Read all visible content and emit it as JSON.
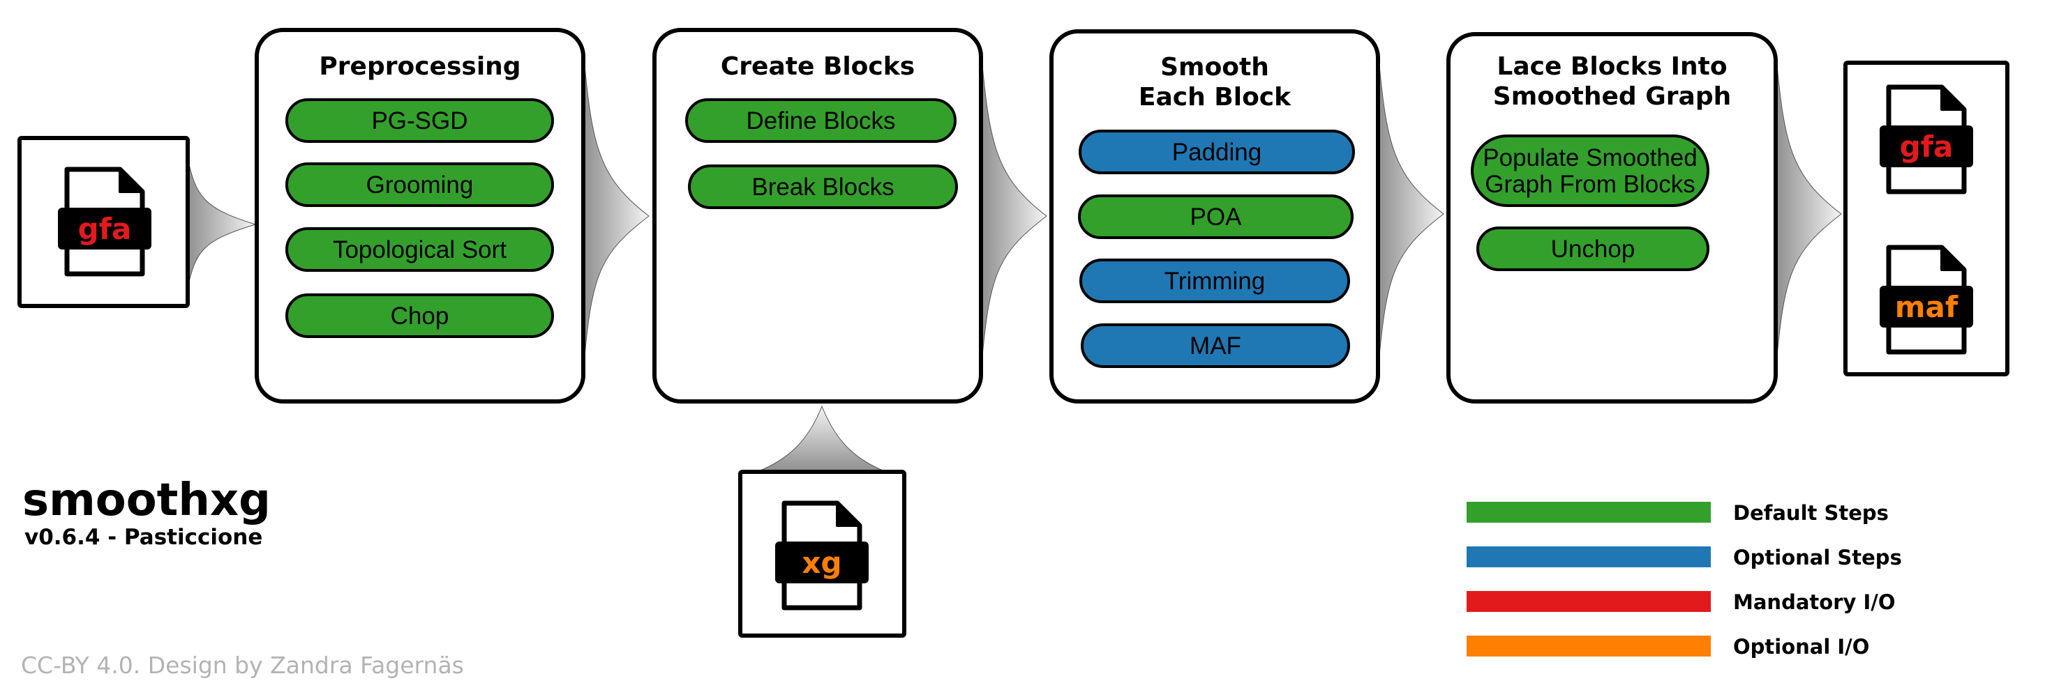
{
  "colors": {
    "default_step": "#33a02c",
    "optional_step": "#1f78b4",
    "mandatory_io": "#e31a1c",
    "optional_io": "#ff7f00"
  },
  "inputs": {
    "gfa_input": {
      "label": "gfa",
      "kind": "mandatory_io"
    },
    "xg_output": {
      "label": "xg",
      "kind": "optional_io"
    }
  },
  "stages": [
    {
      "title_lines": [
        "Preprocessing"
      ],
      "steps": [
        {
          "label_lines": [
            "PG-SGD"
          ],
          "kind": "default_step"
        },
        {
          "label_lines": [
            "Grooming"
          ],
          "kind": "default_step"
        },
        {
          "label_lines": [
            "Topological Sort"
          ],
          "kind": "default_step"
        },
        {
          "label_lines": [
            "Chop"
          ],
          "kind": "default_step"
        }
      ]
    },
    {
      "title_lines": [
        "Create Blocks"
      ],
      "steps": [
        {
          "label_lines": [
            "Define Blocks"
          ],
          "kind": "default_step"
        },
        {
          "label_lines": [
            "Break Blocks"
          ],
          "kind": "default_step"
        }
      ]
    },
    {
      "title_lines": [
        "Smooth",
        "Each Block"
      ],
      "steps": [
        {
          "label_lines": [
            "Padding"
          ],
          "kind": "optional_step"
        },
        {
          "label_lines": [
            "POA"
          ],
          "kind": "default_step"
        },
        {
          "label_lines": [
            "Trimming"
          ],
          "kind": "optional_step"
        },
        {
          "label_lines": [
            "MAF"
          ],
          "kind": "optional_step"
        }
      ]
    },
    {
      "title_lines": [
        "Lace Blocks Into",
        "Smoothed Graph"
      ],
      "steps": [
        {
          "label_lines": [
            "Populate Smoothed",
            "Graph From Blocks"
          ],
          "kind": "default_step"
        },
        {
          "label_lines": [
            "Unchop"
          ],
          "kind": "default_step"
        }
      ]
    }
  ],
  "outputs": [
    {
      "label": "gfa",
      "kind": "mandatory_io"
    },
    {
      "label": "maf",
      "kind": "optional_io"
    }
  ],
  "branding": {
    "name": "smoothxg",
    "version": "v0.6.4 - Pasticcione",
    "credit": "CC-BY 4.0. Design by Zandra Fagernäs"
  },
  "legend": [
    {
      "label": "Default Steps",
      "kind": "default_step"
    },
    {
      "label": "Optional Steps",
      "kind": "optional_step"
    },
    {
      "label": "Mandatory I/O",
      "kind": "mandatory_io"
    },
    {
      "label": "Optional I/O",
      "kind": "optional_io"
    }
  ]
}
